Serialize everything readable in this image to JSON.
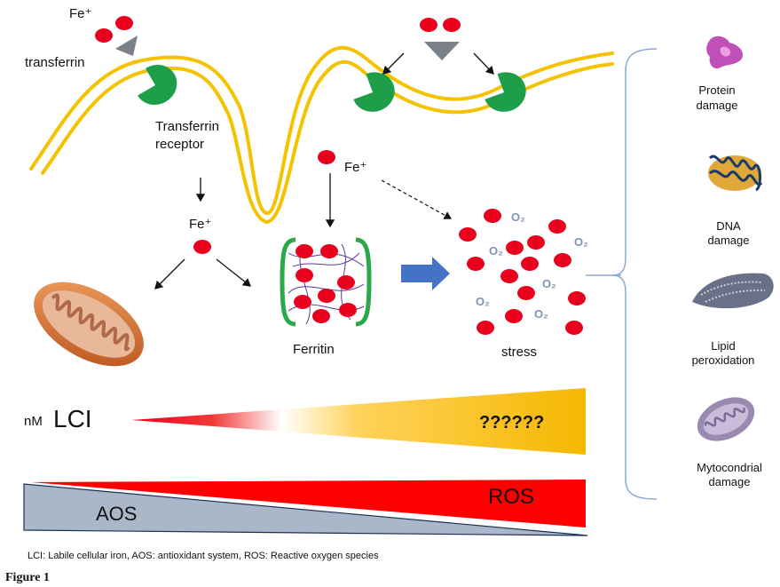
{
  "labels": {
    "fe_top": "Fe⁺",
    "transferrin": "transferrin",
    "transferrin_receptor_line1": "Transferrin",
    "transferrin_receptor_line2": "receptor",
    "fe_middle": "Fe⁺",
    "fe_center": "Fe⁺",
    "ferritin": "Ferritin",
    "stress": "stress",
    "o2": "O₂",
    "lci_prefix": "nM",
    "lci": "LCI",
    "unknown_threshold": "??????",
    "ros": "ROS",
    "aos": "AOS",
    "footnote": "LCI: Labile cellular iron, AOS:  antioxidant system, ROS: Reactive oxygen species",
    "figure_caption": "Figure 1"
  },
  "damage_types": [
    {
      "line1": "Protein",
      "line2": "damage"
    },
    {
      "line1": "DNA",
      "line2": "damage"
    },
    {
      "line1": "Lipid",
      "line2": "peroxidation"
    },
    {
      "line1": "Mytocondrial",
      "line2": "damage"
    }
  ],
  "colors": {
    "membrane": "#f5c200",
    "iron": "#e8001c",
    "receptor": "#1f9e4a",
    "transferrin": "#7a8088",
    "ferritin_bracket": "#2aa84a",
    "ferritin_mesh": "#5b3aa0",
    "arrow_blue": "#4472c4",
    "o2_text": "#7f93b8",
    "brace": "#8ea9cf",
    "ros": "#ff0000",
    "aos": "#aab7c8"
  }
}
